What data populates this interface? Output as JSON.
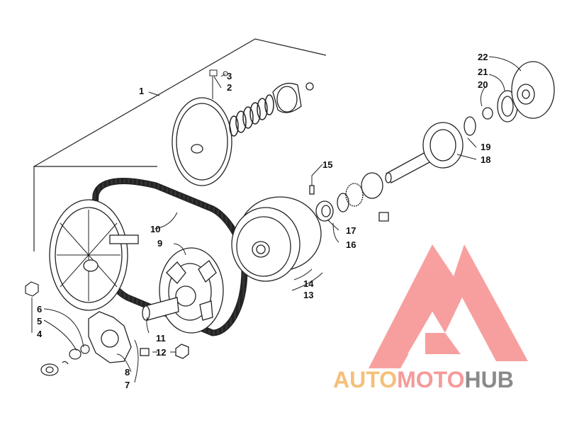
{
  "diagram": {
    "callouts": [
      "1",
      "2",
      "3",
      "4",
      "5",
      "6",
      "7",
      "8",
      "9",
      "10",
      "11",
      "12",
      "13",
      "14",
      "15",
      "16",
      "17",
      "18",
      "19",
      "20",
      "21",
      "22"
    ]
  },
  "watermark": {
    "word_auto": "AUTO",
    "word_moto": "MOTO",
    "word_hub": "HUB",
    "colors": {
      "auto": "#f5c07a",
      "moto": "#f59a9a",
      "hub": "#8a8a8a",
      "logo": "#f58080"
    },
    "logo_icon": "triangle-m-logo"
  }
}
